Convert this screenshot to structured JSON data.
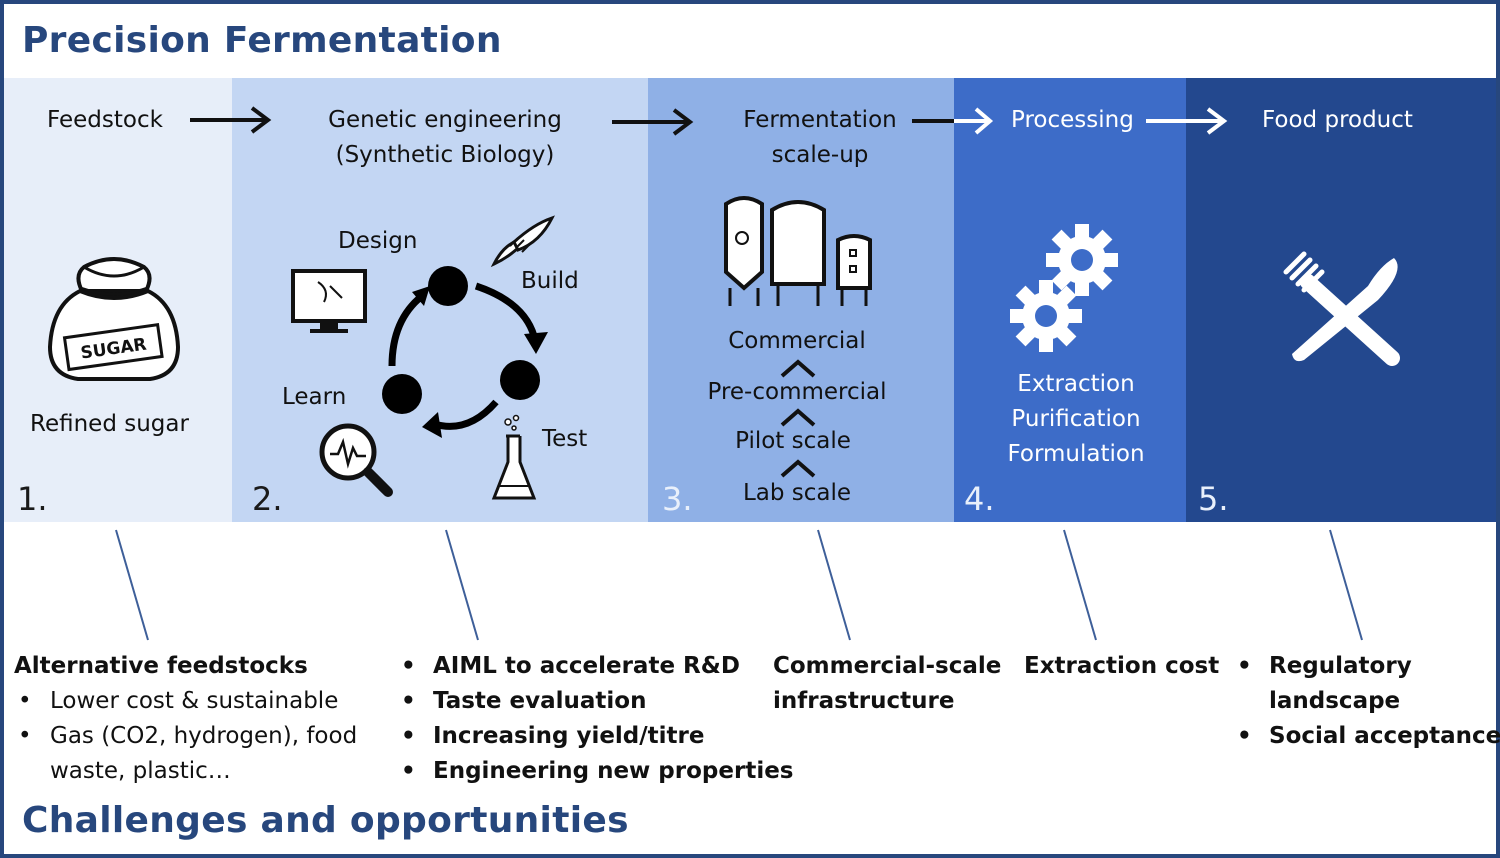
{
  "title": "Precision Fermentation",
  "bottom_title": "Challenges and opportunities",
  "stages": {
    "s1": {
      "number": "1.",
      "header": "Feedstock",
      "label": "Refined sugar",
      "bag_label": "SUGAR"
    },
    "s2": {
      "number": "2.",
      "header_line1": "Genetic engineering",
      "header_line2": "(Synthetic Biology)",
      "cycle": {
        "design": "Design",
        "build": "Build",
        "test": "Test",
        "learn": "Learn"
      }
    },
    "s3": {
      "number": "3.",
      "header_line1": "Fermentation",
      "header_line2": "scale-up",
      "scales": {
        "commercial": "Commercial",
        "pre_commercial": "Pre-commercial",
        "pilot": "Pilot scale",
        "lab": "Lab scale"
      }
    },
    "s4": {
      "number": "4.",
      "header": "Processing",
      "steps": {
        "extraction": "Extraction",
        "purification": "Purification",
        "formulation": "Formulation"
      }
    },
    "s5": {
      "number": "5.",
      "header": "Food product"
    }
  },
  "challenges": {
    "c1": {
      "title": "Alternative feedstocks",
      "items": [
        "Lower cost & sustainable",
        "Gas (CO2, hydrogen), food",
        "waste, plastic…"
      ]
    },
    "c2": {
      "items": [
        "AIML to accelerate R&D",
        "Taste evaluation",
        "Increasing yield/titre",
        "Engineering new properties"
      ]
    },
    "c3": {
      "line1": "Commercial-scale",
      "line2": "infrastructure"
    },
    "c4": {
      "text": "Extraction cost"
    },
    "c5": {
      "items": [
        "Regulatory",
        "landscape",
        "Social acceptance"
      ]
    }
  },
  "colors": {
    "title": "#27477d",
    "band1": "#e7eef9",
    "band2": "#c3d6f3",
    "band3": "#8fb0e6",
    "band4": "#3d6cc8",
    "band5": "#23488e",
    "connector": "#3e5f99"
  }
}
